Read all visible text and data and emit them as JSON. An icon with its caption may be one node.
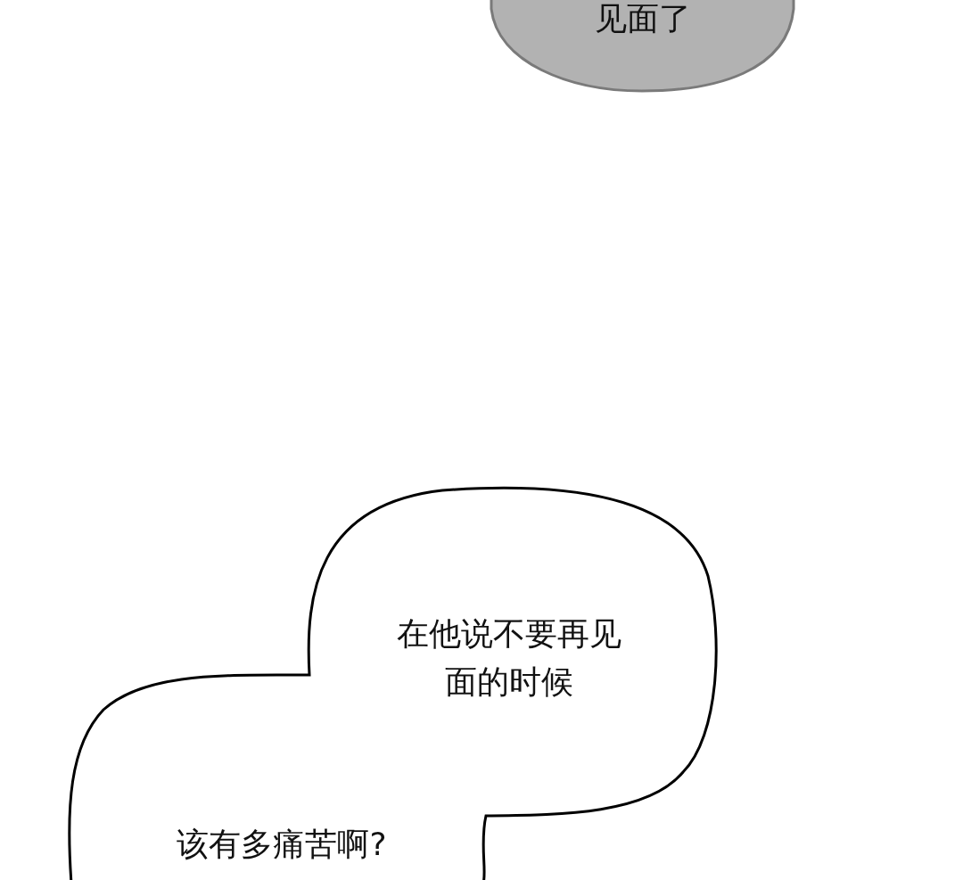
{
  "diagram": {
    "nodes": [
      {
        "text": [
          "见面了"
        ]
      },
      {
        "text": [
          "在他说不要再见面的时候",
          "该有多痛苦啊?"
        ]
      }
    ]
  }
}
